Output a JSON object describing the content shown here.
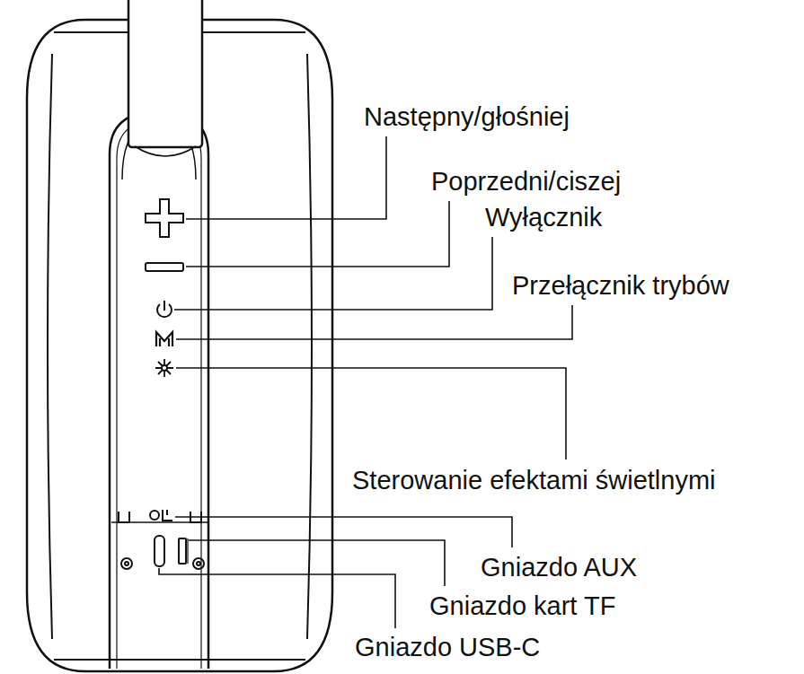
{
  "diagram": {
    "labels": [
      "Następny/głośniej",
      "Poprzedni/ciszej",
      "Wyłącznik",
      "Przełącznik trybów",
      "Sterowanie efektami świetlnymi",
      "Gniazdo AUX",
      "Gniazdo kart TF",
      "Gniazdo USB-C"
    ]
  }
}
